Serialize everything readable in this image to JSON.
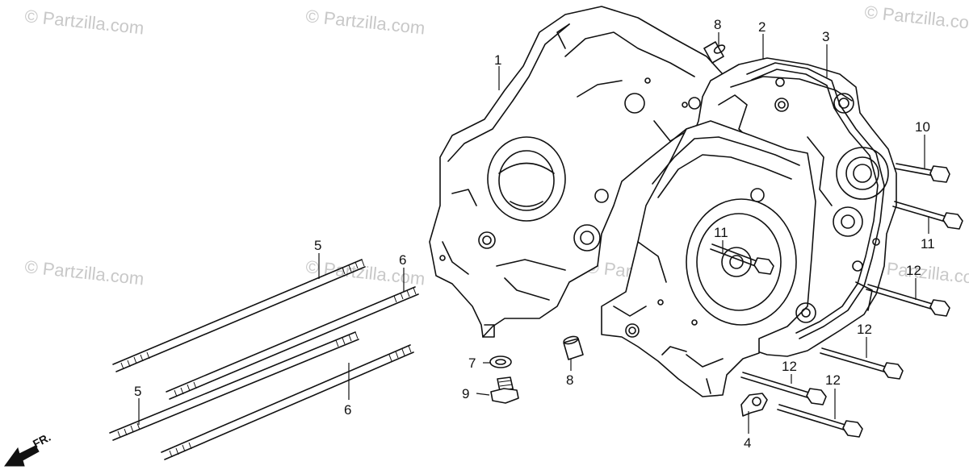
{
  "watermarks": [
    "© Partzilla.com",
    "© Partzilla.com",
    "© Partzilla.com",
    "© Partzilla.com",
    "© Partzilla.com",
    "© Partzilla.com",
    "© Partzilla.com"
  ],
  "callouts": {
    "c1": "1",
    "c2": "2",
    "c3": "3",
    "c4": "4",
    "c5a": "5",
    "c5b": "5",
    "c6a": "6",
    "c6b": "6",
    "c7": "7",
    "c8a": "8",
    "c8b": "8",
    "c9": "9",
    "c10": "10",
    "c11a": "11",
    "c11b": "11",
    "c12a": "12",
    "c12b": "12",
    "c12c": "12",
    "c12d": "12"
  },
  "front_arrow": {
    "label": "FR."
  },
  "colors": {
    "line": "#111111",
    "watermark": "#c8c8c8",
    "background": "#ffffff"
  }
}
